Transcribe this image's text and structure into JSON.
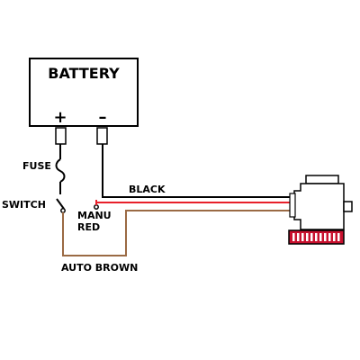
{
  "battery": {
    "label": "BATTERY",
    "positive": "+",
    "negative": "–"
  },
  "labels": {
    "fuse": "FUSE",
    "switch": "SWITCH",
    "manu": "MANU",
    "red": "RED",
    "black": "BLACK",
    "auto_brown": "AUTO BROWN"
  },
  "colors": {
    "wire_black": "#000000",
    "wire_red": "#e8202a",
    "wire_brown": "#9a6a44",
    "pump_base": "#c8102e"
  }
}
